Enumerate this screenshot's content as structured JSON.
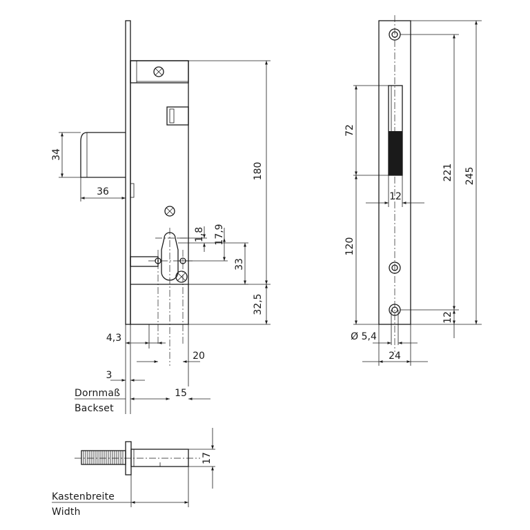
{
  "front_view": {
    "dims": {
      "bolt_height": "34",
      "bolt_throw": "36",
      "case_height": "180",
      "cyl_offset": "1,8",
      "cyl_to_handle": "17,9",
      "cyl_span": "33",
      "bottom_offset": "32,5",
      "dim_4_3": "4,3",
      "dim_20": "20",
      "dim_3": "3",
      "dim_15": "15"
    },
    "backset_label_de": "Dornmaß",
    "backset_label_en": "Backset"
  },
  "side_view": {
    "dims": {
      "slot_height": "72",
      "slot_width": "12",
      "lower_span": "120",
      "hole_span": "221",
      "total_height": "245",
      "bottom_edge": "12",
      "hole_diameter": "Ø 5,4",
      "plate_width": "24"
    }
  },
  "bottom_view": {
    "dims": {
      "case_depth": "17"
    },
    "width_label_de": "Kastenbreite",
    "width_label_en": "Width"
  }
}
